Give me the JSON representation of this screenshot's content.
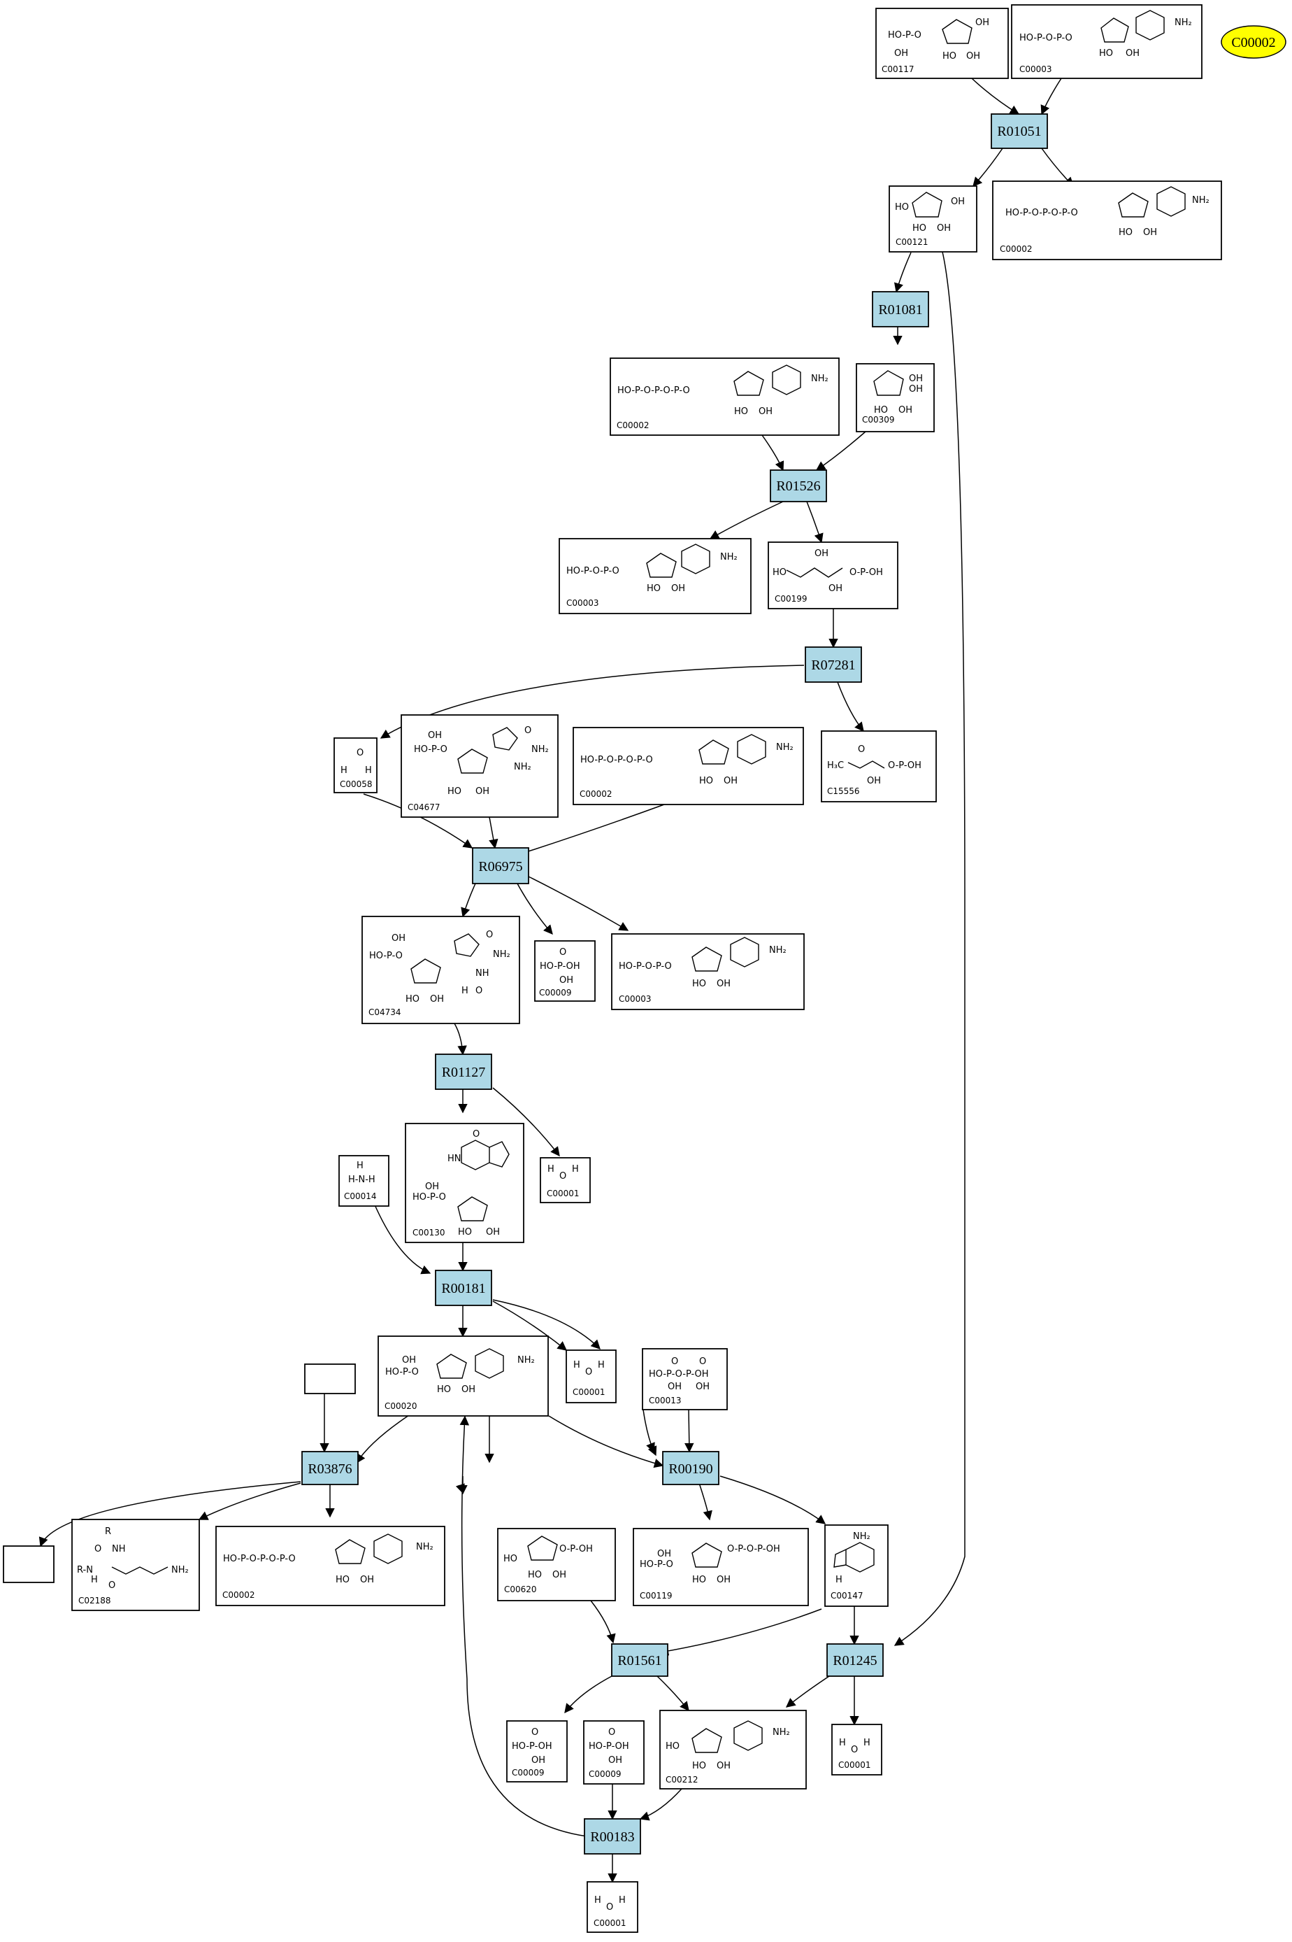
{
  "reactions": [
    "R01051",
    "R01081",
    "R01526",
    "R07281",
    "R06975",
    "R01127",
    "R00181",
    "R03876",
    "R00190",
    "R01561",
    "R01245",
    "R00183"
  ],
  "highlight": {
    "label": "C00002",
    "color": "#ffff00"
  },
  "compounds": [
    "C00117",
    "C00003",
    "C00121",
    "C00002",
    "C00002",
    "C00309",
    "C00003",
    "C00199",
    "C00058",
    "C04677",
    "C00002",
    "C15556",
    "C04734",
    "C00009",
    "C00003",
    "C00014",
    "C00130",
    "C00001",
    "C00001",
    "C00020",
    "C00013",
    "C02188",
    "C00002",
    "C00620",
    "C00119",
    "C00147",
    "C00009",
    "C00009",
    "C00212",
    "C00001",
    "C00001"
  ],
  "colors": {
    "reaction_fill": "#add8e6",
    "compound_fill": "#ffffff",
    "line": "#000000"
  }
}
